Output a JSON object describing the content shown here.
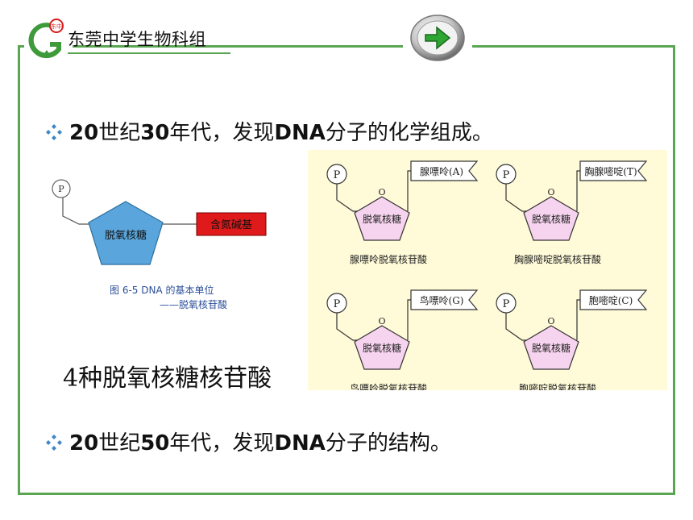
{
  "header": {
    "school_name": "东莞中学生物科组",
    "logo_badge_text": "东中"
  },
  "nav": {
    "next_icon": "arrow-right-icon"
  },
  "bullets": [
    {
      "prefix": "20",
      "mid1": "世纪",
      "num": "30",
      "mid2": "年代，发现",
      "acronym": "DNA",
      "suffix": "分子的化学组成。"
    },
    {
      "prefix": "20",
      "mid1": "世纪",
      "num": "50",
      "mid2": "年代，发现",
      "acronym": "DNA",
      "suffix": "分子的结构。"
    }
  ],
  "figure_left": {
    "phosphate": "P",
    "sugar": "脱氧核糖",
    "base": "含氮碱基",
    "caption_line1": "图 6-5   DNA 的基本单位",
    "caption_line2": "——脱氧核苷酸"
  },
  "caption_4kinds": "4种脱氧核糖核苷酸",
  "figure_right": {
    "items": [
      {
        "phosphate": "P",
        "sugar": "脱氧核糖",
        "base": "腺嘌呤(A)",
        "name": "腺嘌呤脱氧核苷酸"
      },
      {
        "phosphate": "P",
        "sugar": "脱氧核糖",
        "base": "胸腺嘧啶(T)",
        "name": "胸腺嘧啶脱氧核苷酸"
      },
      {
        "phosphate": "P",
        "sugar": "脱氧核糖",
        "base": "鸟嘌呤(G)",
        "name": "鸟嘌呤脱氧核苷酸"
      },
      {
        "phosphate": "P",
        "sugar": "脱氧核糖",
        "base": "胞嘧啶(C)",
        "name": "胞嘧啶脱氧核苷酸"
      }
    ],
    "ring_oxygen": "O"
  },
  "colors": {
    "frame": "#5aa552",
    "sugar_left": "#5aa6dc",
    "base_left": "#e01a1a",
    "sugar_right": "#f6d3ee",
    "fig_bg": "#fffbd9"
  }
}
